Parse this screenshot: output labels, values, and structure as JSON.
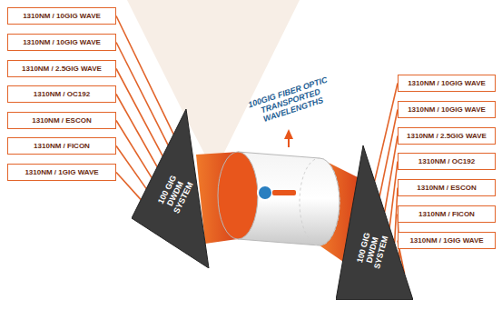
{
  "diagram": {
    "nodes": [
      {
        "text": [
          "1310NM / 10GIG WAVE"
        ]
      },
      {
        "text": [
          "1310NM / 10GIG WAVE"
        ]
      },
      {
        "text": [
          "1310NM / 2.5GIG WAVE"
        ]
      },
      {
        "text": [
          "1310NM / OC192"
        ]
      },
      {
        "text": [
          "1310NM / ESCON"
        ]
      },
      {
        "text": [
          "1310NM / FICON"
        ]
      },
      {
        "text": [
          "1310NM / 1GIG WAVE"
        ]
      },
      {
        "text": [
          "100 GIG DWDM SYSTEM"
        ]
      },
      {
        "text": [
          "100 GIG DWDM SYSTEM"
        ]
      },
      {
        "text": [
          "1310NM / 10GIG WAVE"
        ]
      },
      {
        "text": [
          "1310NM / 10GIG WAVE"
        ]
      },
      {
        "text": [
          "1310NM / 2.5GIG WAVE"
        ]
      },
      {
        "text": [
          "1310NM / OC192"
        ]
      },
      {
        "text": [
          "1310NM / ESCON"
        ]
      },
      {
        "text": [
          "1310NM / FICON"
        ]
      },
      {
        "text": [
          "1310NM / 1GIG WAVE"
        ]
      }
    ],
    "edges": [
      {
        "from": 0,
        "to": 7,
        "arrow": "none"
      },
      {
        "from": 1,
        "to": 7,
        "arrow": "none"
      },
      {
        "from": 2,
        "to": 7,
        "arrow": "none"
      },
      {
        "from": 3,
        "to": 7,
        "arrow": "none"
      },
      {
        "from": 4,
        "to": 7,
        "arrow": "none"
      },
      {
        "from": 5,
        "to": 7,
        "arrow": "none"
      },
      {
        "from": 6,
        "to": 7,
        "arrow": "none"
      },
      {
        "from": 8,
        "to": 9,
        "arrow": "none"
      },
      {
        "from": 8,
        "to": 10,
        "arrow": "none"
      },
      {
        "from": 8,
        "to": 11,
        "arrow": "none"
      },
      {
        "from": 8,
        "to": 12,
        "arrow": "none"
      },
      {
        "from": 8,
        "to": 13,
        "arrow": "none"
      },
      {
        "from": 8,
        "to": 14,
        "arrow": "none"
      },
      {
        "from": 8,
        "to": 15,
        "arrow": "none"
      }
    ],
    "labels": [
      "100GIG FIBER OPTIC TRANSPORTED WAVELENGTHS"
    ]
  }
}
